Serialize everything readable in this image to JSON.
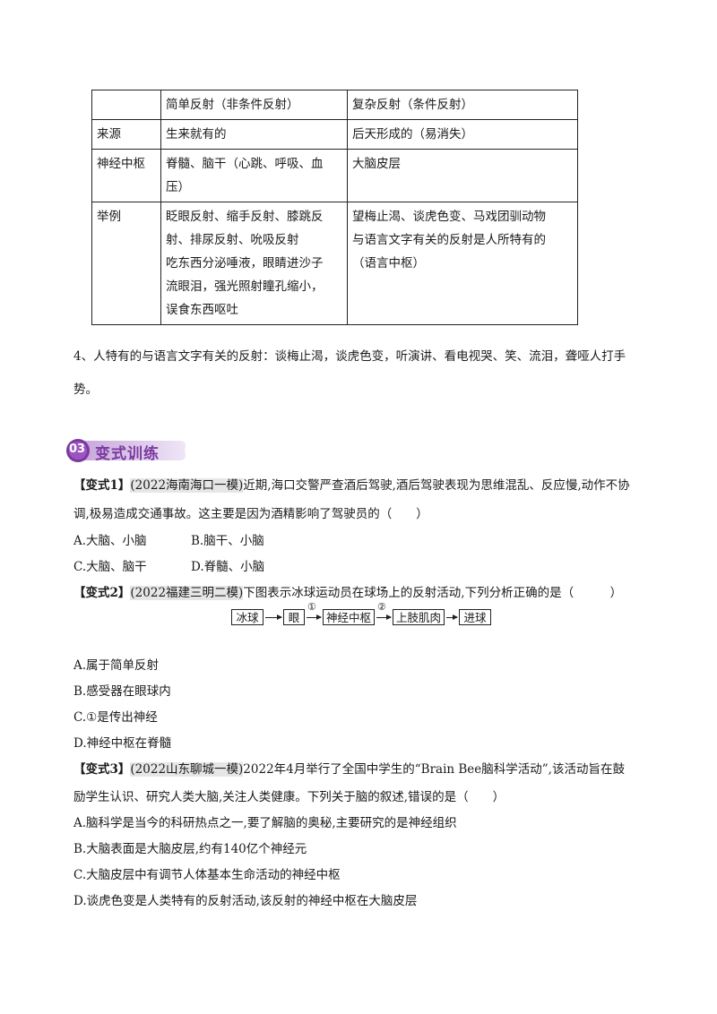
{
  "table": {
    "header": [
      "",
      "简单反射（非条件反射）",
      "复杂反射（条件反射）"
    ],
    "rows": [
      {
        "label": "来源",
        "simple": [
          "生来就有的"
        ],
        "complex": [
          "后天形成的（易消失）"
        ]
      },
      {
        "label": "神经中枢",
        "simple": [
          "脊髓、脑干（心跳、呼吸、血",
          "压）"
        ],
        "complex": [
          "大脑皮层"
        ]
      },
      {
        "label": "举例",
        "simple": [
          "眨眼反射、缩手反射、膝跳反",
          "射、排尿反射、吮吸反射",
          "吃东西分泌唾液，眼睛进沙子",
          "流眼泪，强光照射瞳孔缩小，",
          "误食东西呕吐"
        ],
        "complex": [
          "望梅止渴、谈虎色变、马戏团驯动物",
          "与语言文字有关的反射是人所特有的",
          "（语言中枢）"
        ]
      }
    ]
  },
  "note4": {
    "line1": "4、人特有的与语言文字有关的反射：谈梅止渴，谈虎色变，听演讲、看电视哭、笑、流泪，聋哑人打手",
    "line2": "势。"
  },
  "banner": {
    "number": "03",
    "title": "变式训练",
    "color": "#8a3fae"
  },
  "q1": {
    "tag": "【变式1】",
    "source": "(2022海南海口一模)",
    "line1": "近期,海口交警严查酒后驾驶,酒后驾驶表现为思维混乱、反应慢,动作不协",
    "line2": "调,极易造成交通事故。这主要是因为酒精影响了驾驶员的（　　）",
    "options": [
      "A.大脑、小脑",
      "B.脑干、小脑",
      "C.大脑、脑干",
      "D.脊髓、小脑"
    ]
  },
  "q2": {
    "tag": "【变式2】",
    "source": "(2022福建三明二模)",
    "line1": "下图表示冰球运动员在球场上的反射活动,下列分析正确的是（　　　）",
    "flow": [
      "冰球",
      "眼",
      "神经中枢",
      "上肢肌肉",
      "进球"
    ],
    "flow_marks": [
      "①",
      "②"
    ],
    "options": [
      "A.属于简单反射",
      "B.感受器在眼球内",
      "C.①是传出神经",
      "D.神经中枢在脊髓"
    ]
  },
  "q3": {
    "tag": "【变式3】",
    "source": "(2022山东聊城一模)",
    "line1": "2022年4月举行了全国中学生的“Brain Bee脑科学活动”,该活动旨在鼓",
    "line2": "励学生认识、研究人类大脑,关注人类健康。下列关于脑的叙述,错误的是（　　）",
    "options": [
      "A.脑科学是当今的科研热点之一,要了解脑的奥秘,主要研究的是神经组织",
      "B.大脑表面是大脑皮层,约有140亿个神经元",
      "C.大脑皮层中有调节人体基本生命活动的神经中枢",
      "D.谈虎色变是人类特有的反射活动,该反射的神经中枢在大脑皮层"
    ]
  }
}
